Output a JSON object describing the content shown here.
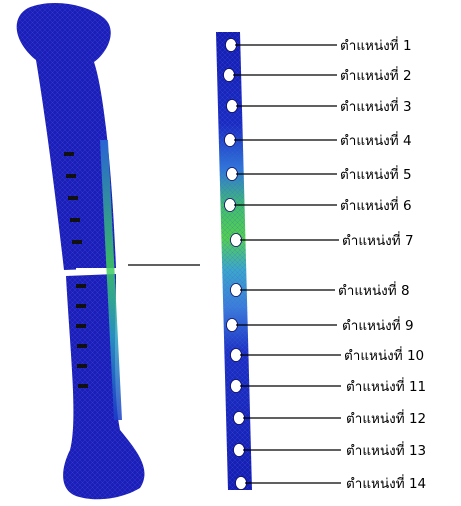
{
  "figure": {
    "position_labels": [
      "ตำแหน่งที่ 1",
      "ตำแหน่งที่ 2",
      "ตำแหน่งที่ 3",
      "ตำแหน่งที่ 4",
      "ตำแหน่งที่ 5",
      "ตำแหน่งที่ 6",
      "ตำแหน่งที่ 7",
      "ตำแหน่งที่ 8",
      "ตำแหน่งที่ 9",
      "ตำแหน่งที่ 10",
      "ตำแหน่งที่ 11",
      "ตำแหน่งที่ 12",
      "ตำแหน่งที่ 13",
      "ตำแหน่งที่ 14"
    ],
    "colors": {
      "bone": "#1b1fb8",
      "bone_mesh": "#4a5cf0",
      "plate_low_stress": "#141db0",
      "plate_mid_stress": "#3aa0d8",
      "plate_high_stress": "#3fd25a",
      "hole": "#ffffff",
      "screw": "#111111",
      "leader": "#000000"
    }
  }
}
